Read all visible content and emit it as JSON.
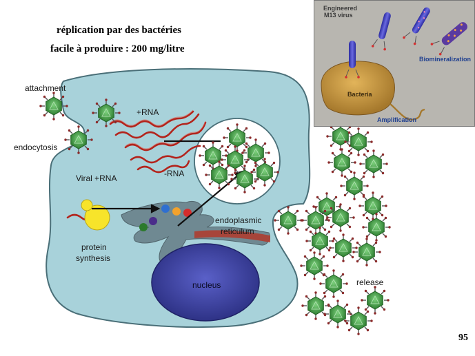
{
  "title": {
    "line1": "réplication par des bactéries",
    "line2": "facile à produire : 200 mg/litre"
  },
  "labels": {
    "attachment": "attachment",
    "endocytosis": "endocytosis",
    "plus_rna": "+RNA",
    "viral_plus_rna": "Viral +RNA",
    "minus_rna": "-RNA",
    "protein_synthesis_1": "protein",
    "protein_synthesis_2": "synthesis",
    "er_1": "endoplasmic",
    "er_2": "reticulum",
    "nucleus": "nucleus",
    "release": "release"
  },
  "inset": {
    "engineered_1": "Engineered",
    "engineered_2": "M13 virus",
    "biomineralization": "Biomineralization",
    "bacteria": "Bacteria",
    "amplification": "Amplification"
  },
  "page_number": "95",
  "colors": {
    "cell": "#a8d2da",
    "nucleus": "#3a3f9c",
    "virus_core": "#3d9a3d",
    "rna": "#b3241c",
    "er": "#6f8992"
  }
}
